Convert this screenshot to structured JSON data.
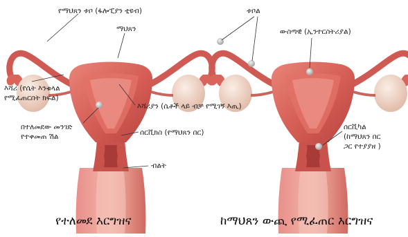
{
  "left_figure": {
    "caption": "የተለመደ እርግዝና",
    "labels": {
      "fallopian_tube": "የማህጸን ቱቦ (ፋሎፒያን ቲዩብ)",
      "uterus": "ማህጸን",
      "ovary_line1": "እሻሪ (የሴት እንቁላል",
      "ovary_line2": "የሚፈጠርበት ክፍል)",
      "endometrium": "እሻሪያን (ሴቶች ላይ ብቻ የሚገኝ እጢ)",
      "embryo_line1": "በተለመደው መንገድ",
      "embryo_line2": "የተቀመጠ ሽል",
      "cervix": "ሰርቪክስ (የማህጸን በር)",
      "vagina": "ብልት"
    }
  },
  "right_figure": {
    "caption": "ከማህጸን ውጪ የሚፈጠር እርግዝና",
    "labels": {
      "tube": "ቱቦል",
      "intrauterine": "ውስጣዊ (ኢንተርስትሪያል)",
      "cervical_line1": "ሰርቪካል",
      "cervical_line2": "(ከማህጸን በር",
      "cervical_line3": "ጋር የተያያዘ )"
    }
  },
  "colors": {
    "tissue": "#d9655c",
    "tissue_dark": "#b8443f",
    "tissue_light": "#eea79c",
    "ovary": "#f2d8c8",
    "embryo": "#cfcfcf",
    "leader_line": "#333333"
  }
}
